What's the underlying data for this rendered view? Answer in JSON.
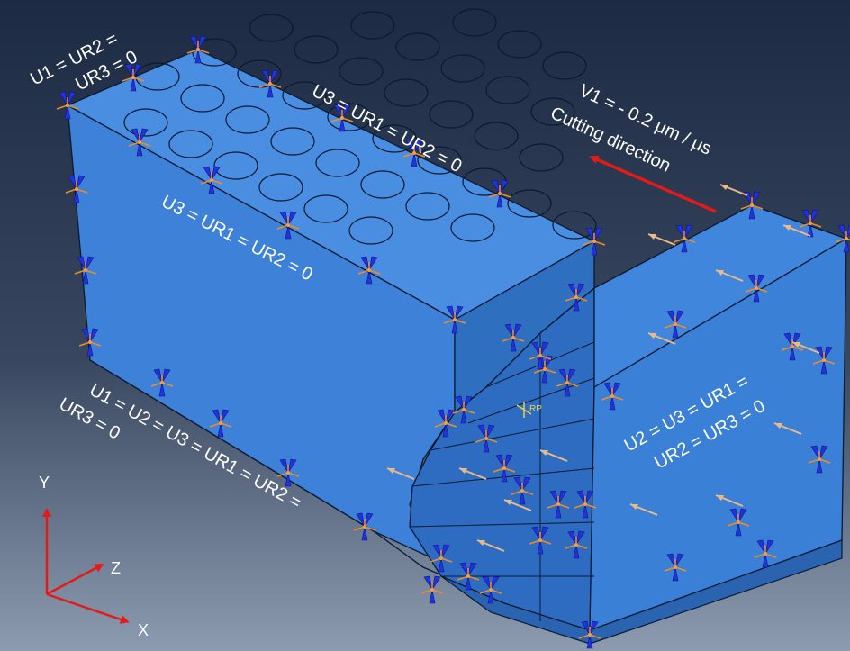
{
  "labels": {
    "top_left_bc": [
      "U1 = UR2 =",
      "UR3 = 0"
    ],
    "top_face_bc": "U3 = UR1 = UR2 = 0",
    "front_face_bc": "U3 = UR1 = UR2 = 0",
    "bottom_bc": [
      "U1 = U2 = U3 = UR1 = UR2 =",
      "UR3 = 0"
    ],
    "tool_bc": [
      "U2 = U3 = UR1 =",
      "UR2 = UR3 = 0"
    ],
    "velocity": "V1 = - 0.2 μm / μs",
    "cutting_direction": "Cutting direction",
    "reference_point": "RP"
  },
  "axes": {
    "x": "X",
    "y": "Y",
    "z": "Z"
  },
  "colors": {
    "background_top": "#1c2b43",
    "background_bottom": "#8d9bb0",
    "workpiece_front": "#3d82d8",
    "workpiece_top": "#4a8ee2",
    "workpiece_right": "#2f6fc0",
    "tool_face": "#3a80d6",
    "bc_marker_blue": "#1f2fe0",
    "bc_marker_orange": "#f08a2a",
    "arrow_red": "#e31a1a"
  }
}
